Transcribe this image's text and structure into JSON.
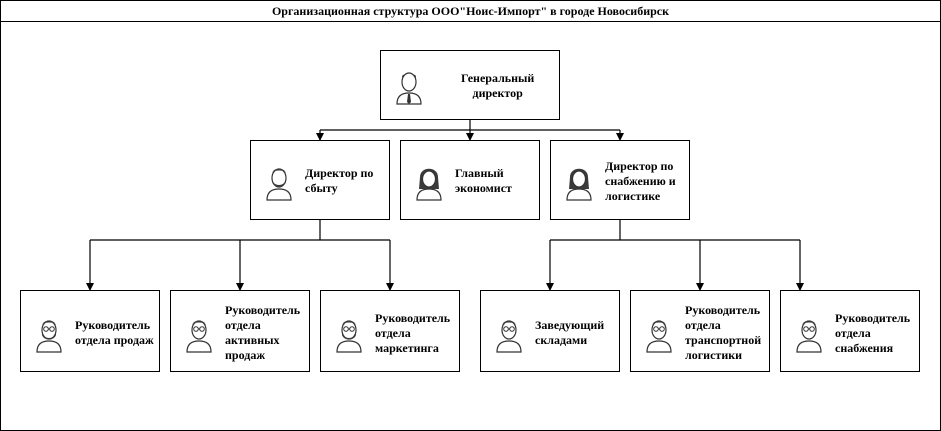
{
  "title": "Организационная структура ООО\"Ноис-Импорт\" в городе Новосибирск",
  "colors": {
    "line": "#000000",
    "box_fill": "#ffffff",
    "avatar_stroke": "#333333",
    "beard": "#3a3a3a",
    "hair": "#3a3a3a"
  },
  "nodes": {
    "ceo": {
      "label": "Генеральный\nдиректор",
      "icon": "man-tie-avatar-icon"
    },
    "sales_dir": {
      "label": "Директор по\nсбыту",
      "icon": "man-beard-avatar-icon"
    },
    "economist": {
      "label": "Главный\nэкономист",
      "icon": "woman-avatar-icon"
    },
    "supply_dir": {
      "label": "Директор по\nснабжению и\nлогистике",
      "icon": "woman-avatar-icon"
    },
    "head_sales": {
      "label": "Руководитель\nотдела продаж",
      "icon": "man-beard-glasses-avatar-icon"
    },
    "head_active": {
      "label": "Руководитель\nотдела\nактивных\nпродаж",
      "icon": "man-glasses-avatar-icon"
    },
    "head_marketing": {
      "label": "Руководитель\nотдела\nмаркетинга",
      "icon": "man-beard-glasses-avatar-icon"
    },
    "warehouse": {
      "label": "Заведующий\nскладами",
      "icon": "man-glasses-avatar-icon"
    },
    "head_transport": {
      "label": "Руководитель\nотдела\nтранспортной\nлогистики",
      "icon": "man-glasses-avatar-icon"
    },
    "head_supply": {
      "label": "Руководитель\nотдела\nснабжения",
      "icon": "man-glasses-avatar-icon"
    }
  }
}
